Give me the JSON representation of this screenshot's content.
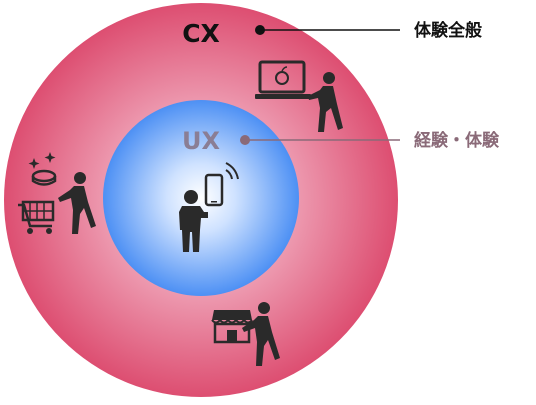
{
  "diagram": {
    "outer_circle": {
      "label": "CX",
      "callout": "体験全般",
      "color": "#e05a7a"
    },
    "inner_circle": {
      "label": "UX",
      "callout": "経験・体験",
      "color": "#5a98f5"
    },
    "callout_colors": {
      "outer": "#111111",
      "inner": "#8a6a78"
    },
    "icons": [
      "person-laptop-icon",
      "person-shopping-cart-icon",
      "person-smartphone-icon",
      "person-store-icon"
    ]
  }
}
